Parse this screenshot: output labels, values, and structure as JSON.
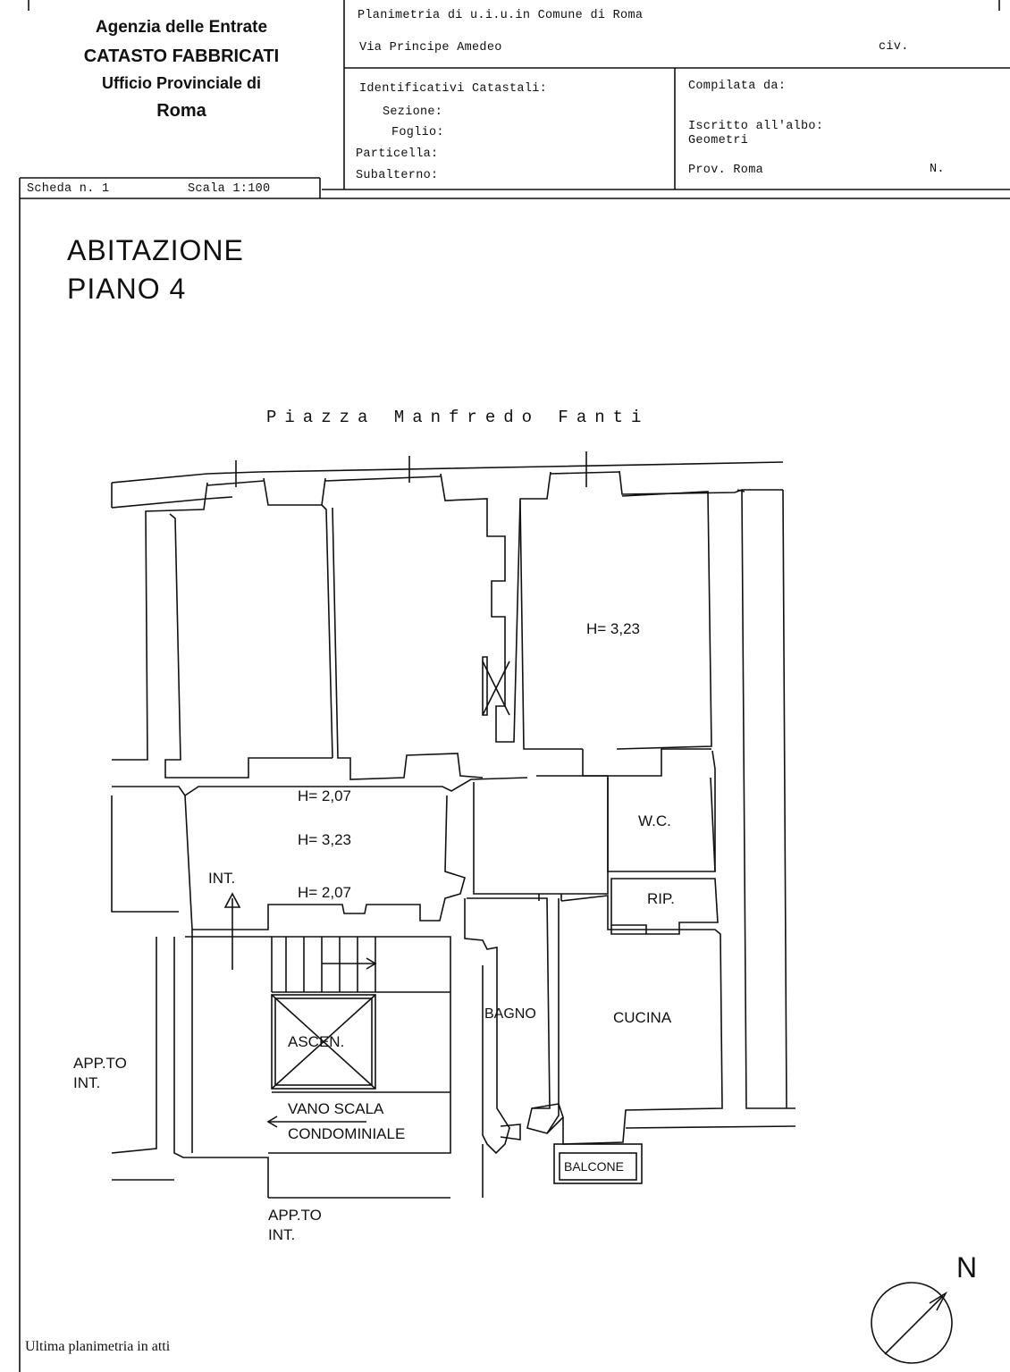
{
  "agency": {
    "line1": "Agenzia delle Entrate",
    "line2": "CATASTO FABBRICATI",
    "line3": "Ufficio Provinciale di",
    "line4": "Roma"
  },
  "header": {
    "title": "Planimetria di u.i.u.in Comune di Roma",
    "address": "Via Principe Amedeo",
    "civ_label": "civ.",
    "identificativi": "Identificativi Catastali:",
    "sezione": "Sezione:",
    "foglio": "Foglio:",
    "particella": "Particella:",
    "subalterno": "Subalterno:",
    "compilata": "Compilata da:",
    "iscritto": "Iscritto all'albo:",
    "albo": "Geometri",
    "prov": "Prov. Roma",
    "n_label": "N."
  },
  "scheda": {
    "label": "Scheda n. 1",
    "scale": "Scala 1:100"
  },
  "title": {
    "line1": "ABITAZIONE",
    "line2": "PIANO 4"
  },
  "street": "Piazza Manfredo Fanti",
  "rooms": {
    "h_room_right": "H= 3,23",
    "h_top": "H= 2,07",
    "h_mid": "H= 3,23",
    "h_bottom": "H= 2,07",
    "int": "INT.",
    "wc": "W.C.",
    "rip": "RIP.",
    "bagno": "BAGNO",
    "cucina": "CUCINA",
    "ascensore": "ASCEN.",
    "vano1": "VANO SCALA",
    "vano2": "CONDOMINIALE",
    "balcone": "BALCONE",
    "app_left1": "APP.TO",
    "app_left2": "INT.",
    "app_bottom1": "APP.TO",
    "app_bottom2": "INT."
  },
  "north": "N",
  "footer": "Ultima planimetria in atti"
}
